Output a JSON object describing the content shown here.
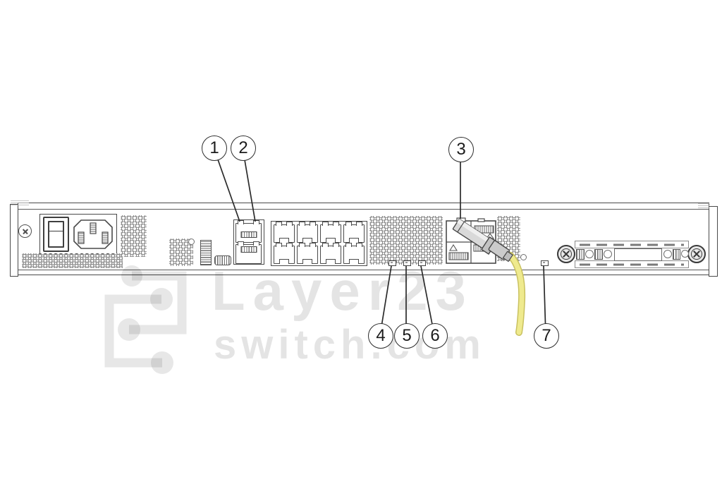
{
  "watermark": {
    "brand": "Layer23",
    "domain": "switch.com"
  },
  "callouts": [
    {
      "number": "1"
    },
    {
      "number": "2"
    },
    {
      "number": "3"
    },
    {
      "number": "4"
    },
    {
      "number": "5"
    },
    {
      "number": "6"
    },
    {
      "number": "7"
    }
  ],
  "colors": {
    "line_art": "#4a4a4a",
    "chassis_fill": "#ffffff",
    "cable_yellow": "#efea8e",
    "cable_edge": "#c9c160",
    "module_gray": "#d9d9d9",
    "watermark_gray": "rgba(0,0,0,0.105)"
  }
}
